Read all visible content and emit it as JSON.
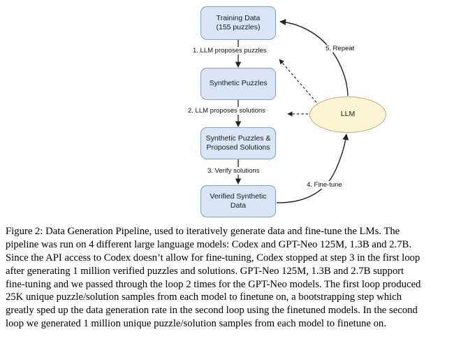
{
  "figure": {
    "type": "flow-diagram",
    "title": "Data Generation Pipeline",
    "colors": {
      "box_fill": "#dae5f6",
      "box_stroke": "#7f9ec9",
      "ellipse_fill": "#fcf3d2",
      "ellipse_stroke": "#bfae72",
      "edge_stroke": "#222222",
      "text": "#1a1a1a",
      "background": "#ffffff"
    },
    "nodes": [
      {
        "id": "training-data",
        "shape": "rounded-rect",
        "label": "Training Data\n(155 puzzles)"
      },
      {
        "id": "synthetic-puzzles",
        "shape": "rounded-rect",
        "label": "Synthetic Puzzles"
      },
      {
        "id": "synthetic-puzzles-solutions",
        "shape": "rounded-rect",
        "label": "Synthetic Puzzles &\nProposed Solutions"
      },
      {
        "id": "verified-synthetic-data",
        "shape": "rounded-rect",
        "label": "Verified Synthetic\nData"
      },
      {
        "id": "llm",
        "shape": "ellipse",
        "label": "LLM"
      }
    ],
    "edges": [
      {
        "id": "edge-1",
        "from": "training-data",
        "to": "synthetic-puzzles",
        "label": "1. LLM proposes puzzles",
        "style": "solid"
      },
      {
        "id": "edge-2",
        "from": "synthetic-puzzles",
        "to": "synthetic-puzzles-solutions",
        "label": "2. LLM proposes solutions",
        "style": "solid"
      },
      {
        "id": "edge-3",
        "from": "synthetic-puzzles-solutions",
        "to": "verified-synthetic-data",
        "label": "3. Verify solutions",
        "style": "solid"
      },
      {
        "id": "edge-4",
        "from": "verified-synthetic-data",
        "to": "llm",
        "label": "4. Fine-tune",
        "style": "solid-curve"
      },
      {
        "id": "edge-5",
        "from": "llm",
        "to": "training-data",
        "label": "5. Repeat",
        "style": "solid-curve"
      },
      {
        "id": "edge-llm-to-step1",
        "from": "llm",
        "to": "edge-1",
        "label": "",
        "style": "dashed"
      },
      {
        "id": "edge-llm-to-step2",
        "from": "llm",
        "to": "edge-2",
        "label": "",
        "style": "dashed"
      }
    ]
  },
  "caption": {
    "label": "Figure 2:",
    "lines": [
      "Figure 2: Data Generation Pipeline, used to iteratively generate data and fine-tune the LMs.  The",
      "pipeline was run on 4 different large language models: Codex and GPT-Neo 125M, 1.3B and 2.7B.",
      "Since the API access to Codex doesn’t allow for fine-tuning, Codex stopped at step 3 in the first loop",
      "after generating 1 million verified puzzles and solutions. GPT-Neo 125M, 1.3B and 2.7B support",
      "fine-tuning and we passed through the loop 2 times for the GPT-Neo models. The first loop produced",
      "25K unique puzzle/solution samples from each model to finetune on, a bootstrapping step which",
      "greatly sped up the data generation rate in the second loop using the finetuned models. In the second",
      "loop we generated 1 million unique puzzle/solution samples from each model to finetune on."
    ]
  }
}
